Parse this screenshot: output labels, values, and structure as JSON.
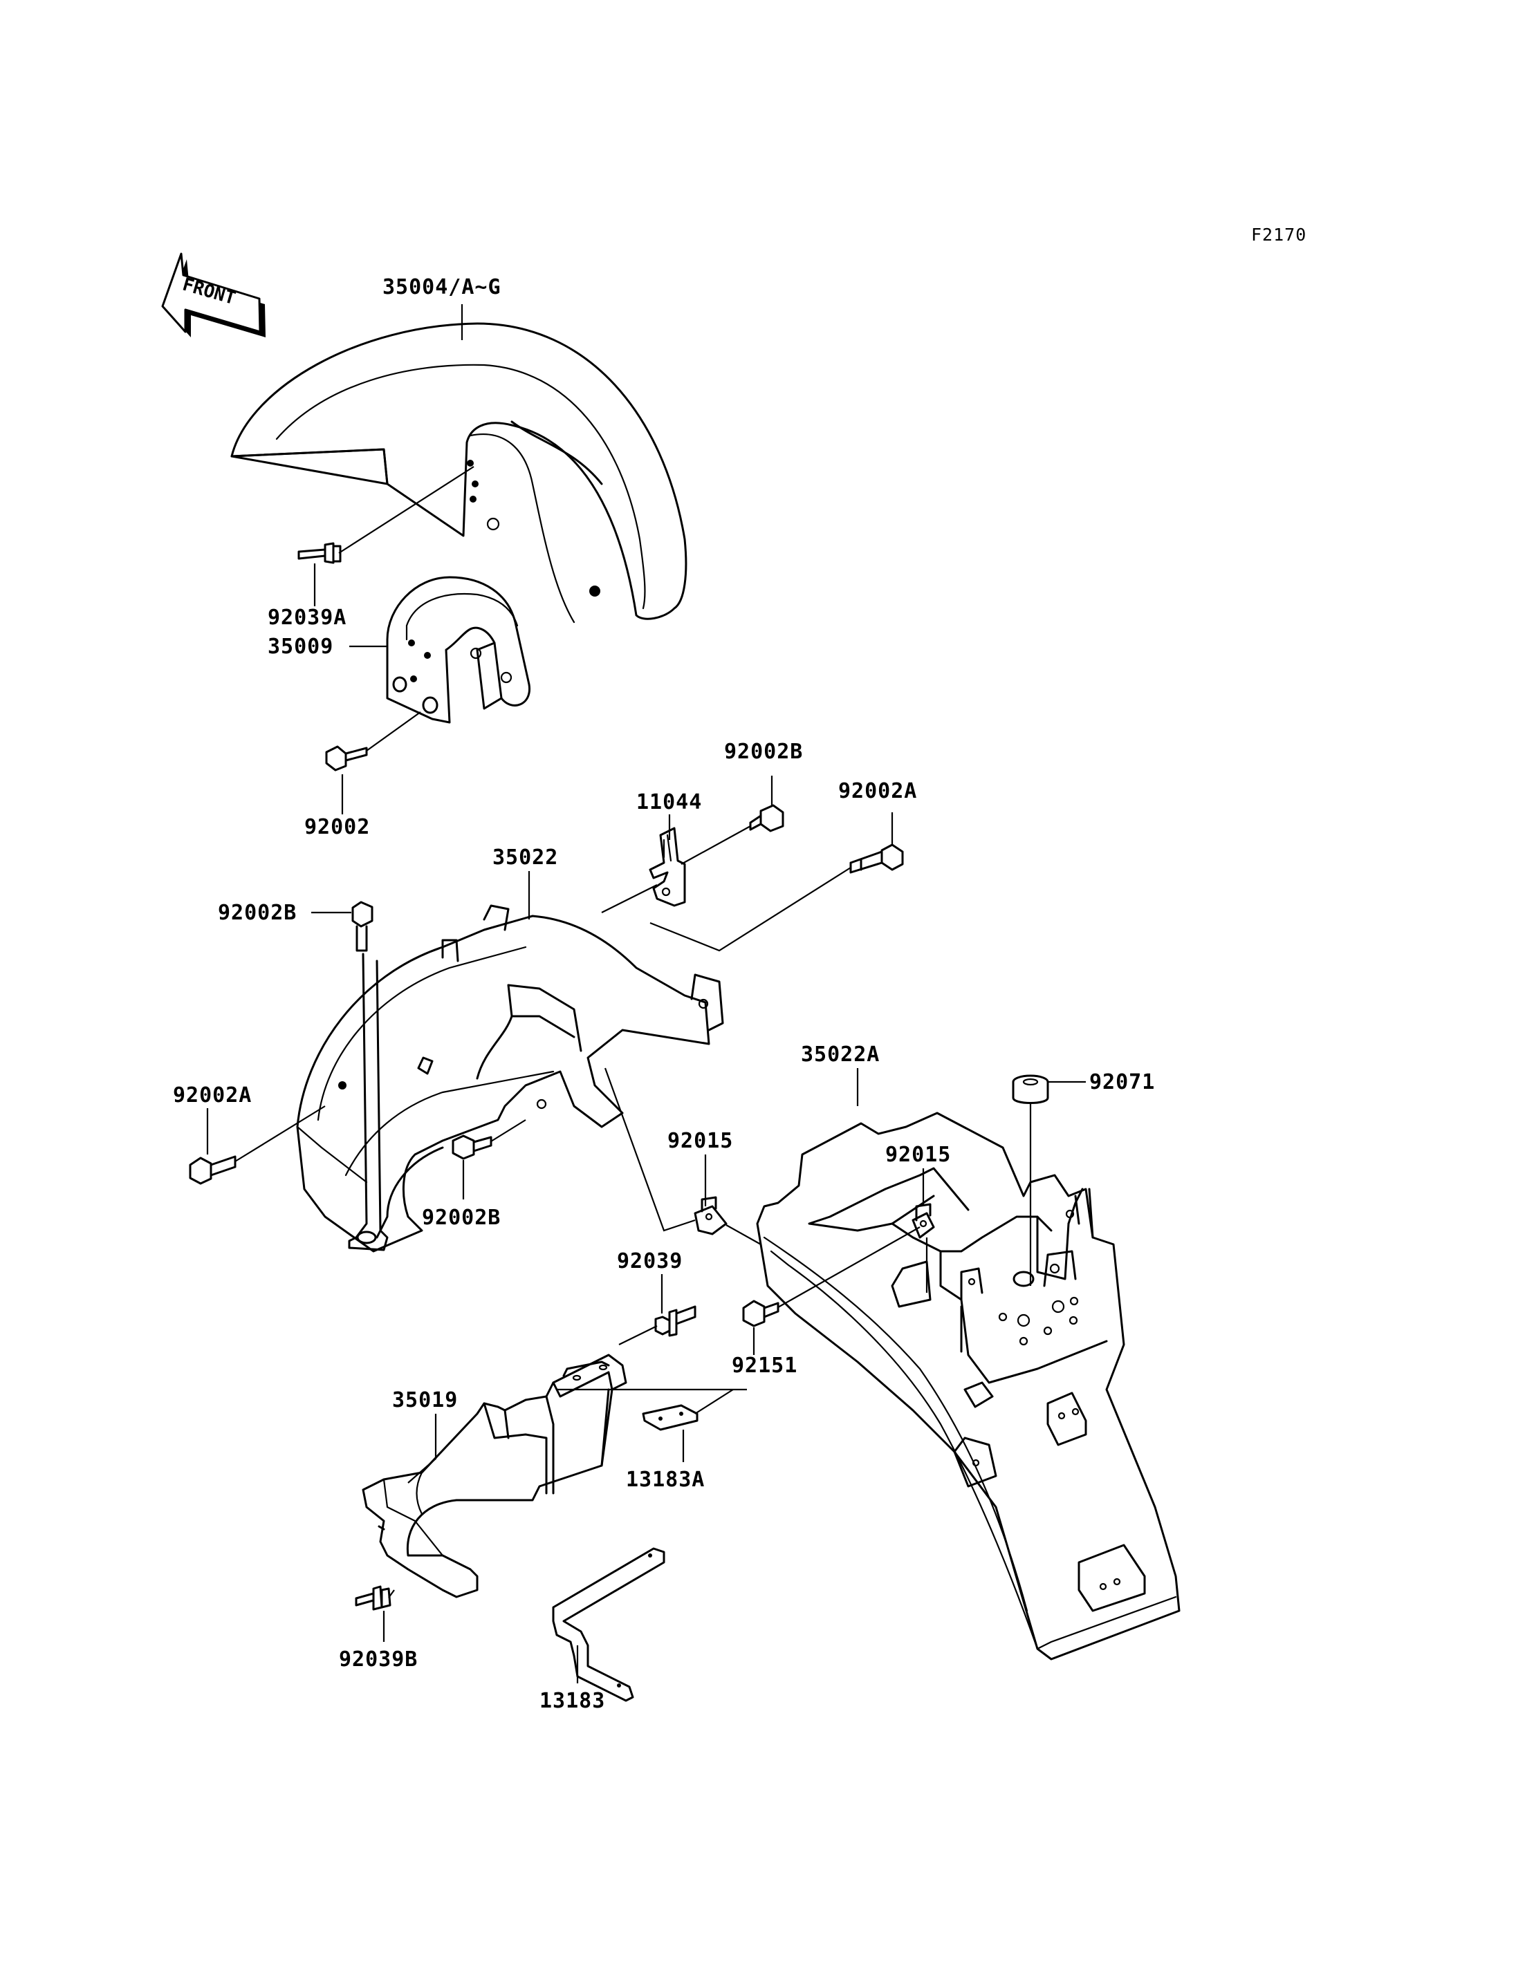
{
  "figure_code": "F2170",
  "front_arrow_label": "FRONT",
  "parts": {
    "p35004": "35004/A~G",
    "p92039A": "92039A",
    "p35009": "35009",
    "p92002_a": "92002",
    "p11044": "11044",
    "p92002B_top": "92002B",
    "p92002A_top": "92002A",
    "p35022": "35022",
    "p92002B_left": "92002B",
    "p92002A_left": "92002A",
    "p92002B_mid": "92002B",
    "p35022A": "35022A",
    "p92071": "92071",
    "p92015_left": "92015",
    "p92015_right": "92015",
    "p92039": "92039",
    "p92151": "92151",
    "p35019": "35019",
    "p13183A": "13183A",
    "p92039B": "92039B",
    "p13183": "13183"
  }
}
